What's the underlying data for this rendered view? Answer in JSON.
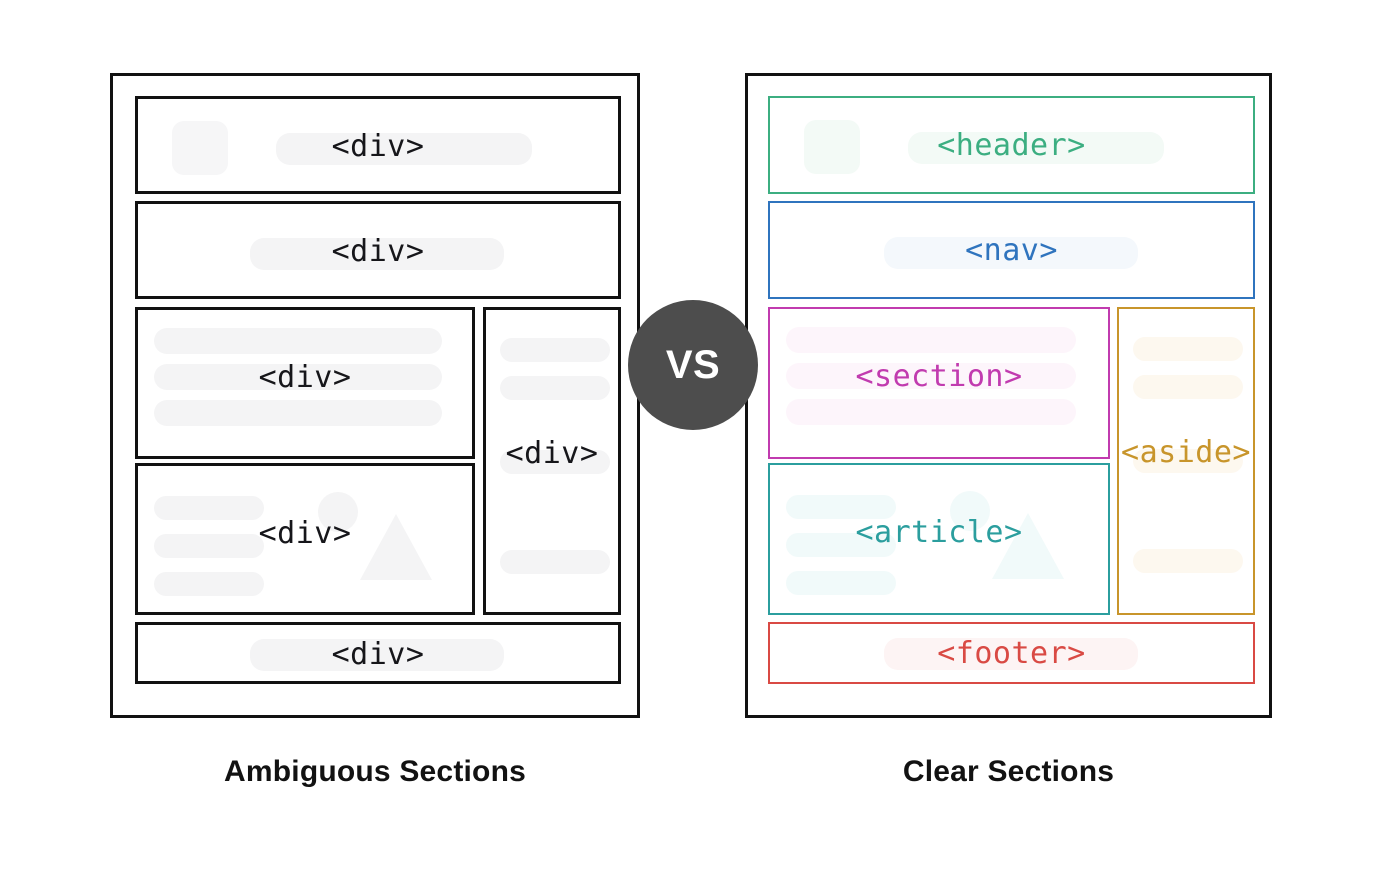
{
  "diagram": {
    "title_hidden": "",
    "vs_badge": {
      "label": "VS"
    },
    "colors": {
      "neutral_border": "#111111",
      "skeleton": "#f4f4f5",
      "vs_circle": "#4d4d4d",
      "header": "#3CAE81",
      "nav": "#2F74BE",
      "section": "#C13BAF",
      "article": "#2B9E9E",
      "aside": "#C8952B",
      "footer": "#D94A44"
    }
  },
  "left_panel": {
    "caption": "Ambiguous Sections",
    "blocks": [
      {
        "id": "header-row",
        "label": "<div>"
      },
      {
        "id": "nav-row",
        "label": "<div>"
      },
      {
        "id": "section-row",
        "label": "<div>"
      },
      {
        "id": "article-row",
        "label": "<div>"
      },
      {
        "id": "aside-col",
        "label": "<div>"
      },
      {
        "id": "footer-row",
        "label": "<div>"
      }
    ]
  },
  "right_panel": {
    "caption": "Clear Sections",
    "blocks": [
      {
        "id": "header-row",
        "label": "<header>",
        "color": "#3CAE81",
        "tint": "#f2fbf7"
      },
      {
        "id": "nav-row",
        "label": "<nav>",
        "color": "#2F74BE",
        "tint": "#f3f7fc"
      },
      {
        "id": "section-row",
        "label": "<section>",
        "color": "#C13BAF",
        "tint": "#fdf4fb"
      },
      {
        "id": "article-row",
        "label": "<article>",
        "color": "#2B9E9E",
        "tint": "#f1fafa"
      },
      {
        "id": "aside-col",
        "label": "<aside>",
        "color": "#C8952B",
        "tint": "#fdf8f0"
      },
      {
        "id": "footer-row",
        "label": "<footer>",
        "color": "#D94A44",
        "tint": "#fdf3f3"
      }
    ]
  }
}
